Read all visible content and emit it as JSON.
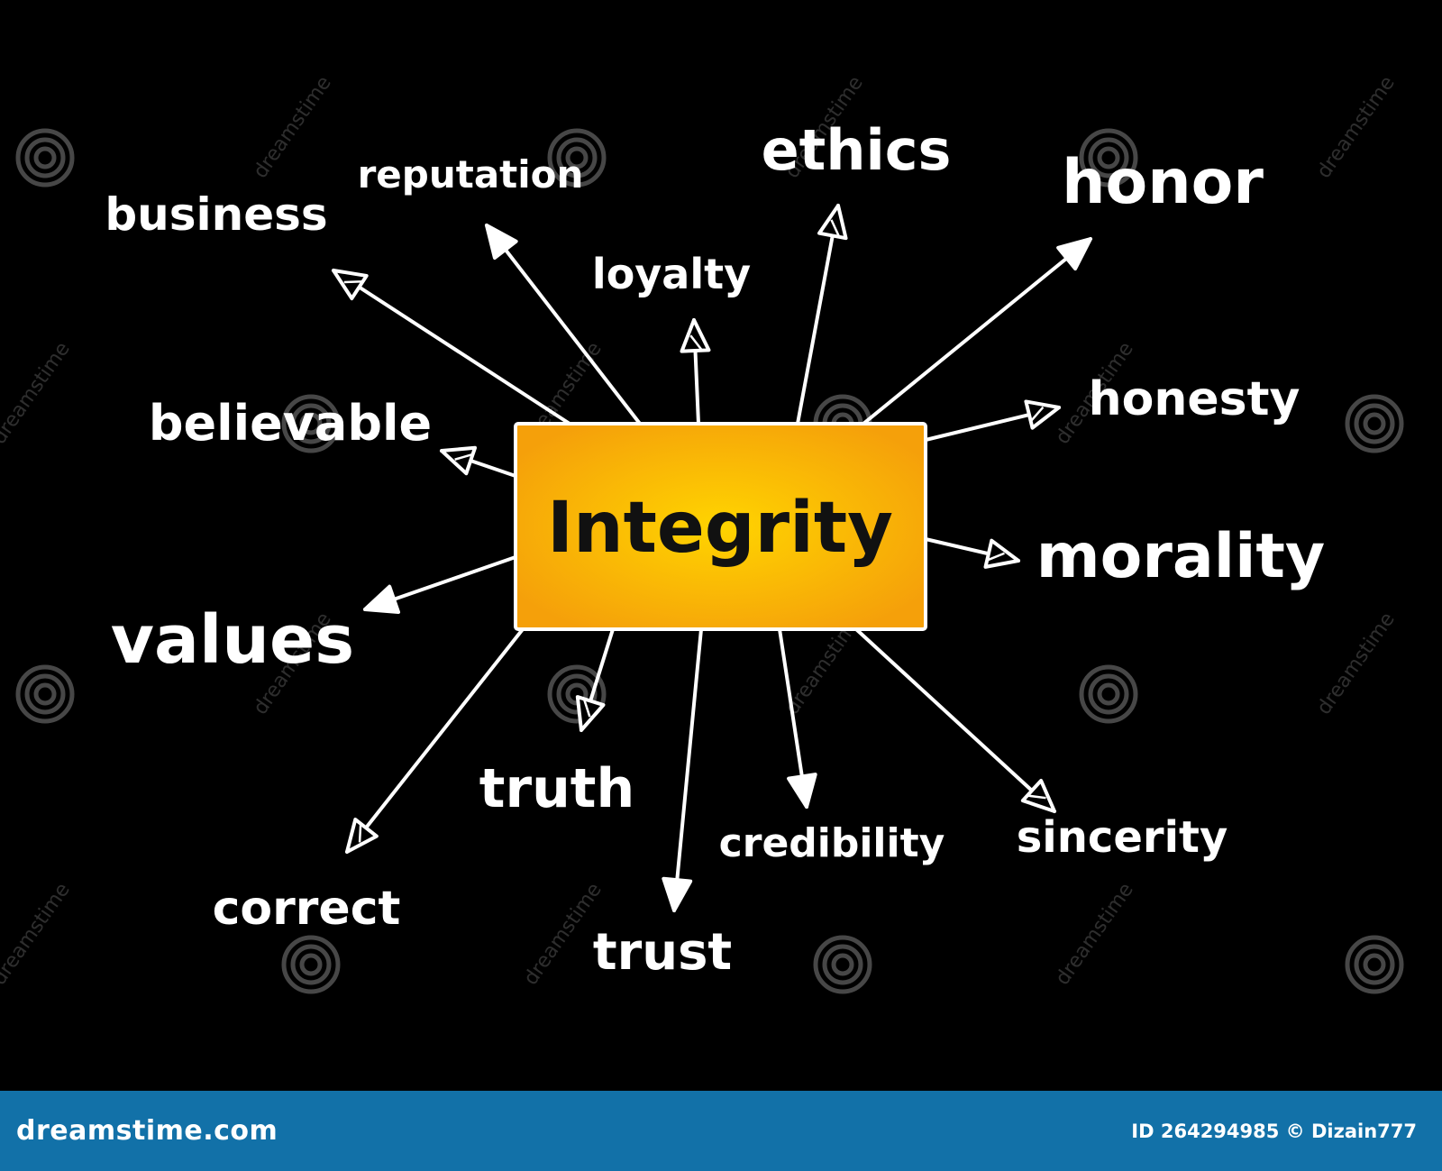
{
  "diagram": {
    "center": "Integrity",
    "branches": [
      "business",
      "reputation",
      "loyalty",
      "ethics",
      "honor",
      "believable",
      "honesty",
      "values",
      "morality",
      "truth",
      "credibility",
      "sincerity",
      "correct",
      "trust"
    ]
  },
  "watermark": {
    "site_text": "dreamstime",
    "logo_icon": "spiral-logo-icon"
  },
  "footer": {
    "brand": "dreamstime.com",
    "credit": "ID 264294985 © Dizain777"
  },
  "colors": {
    "background": "#000000",
    "center_box": "#f5a50a",
    "center_glow": "#ffd400",
    "footer": "#1271a8",
    "ink": "#ffffff"
  }
}
